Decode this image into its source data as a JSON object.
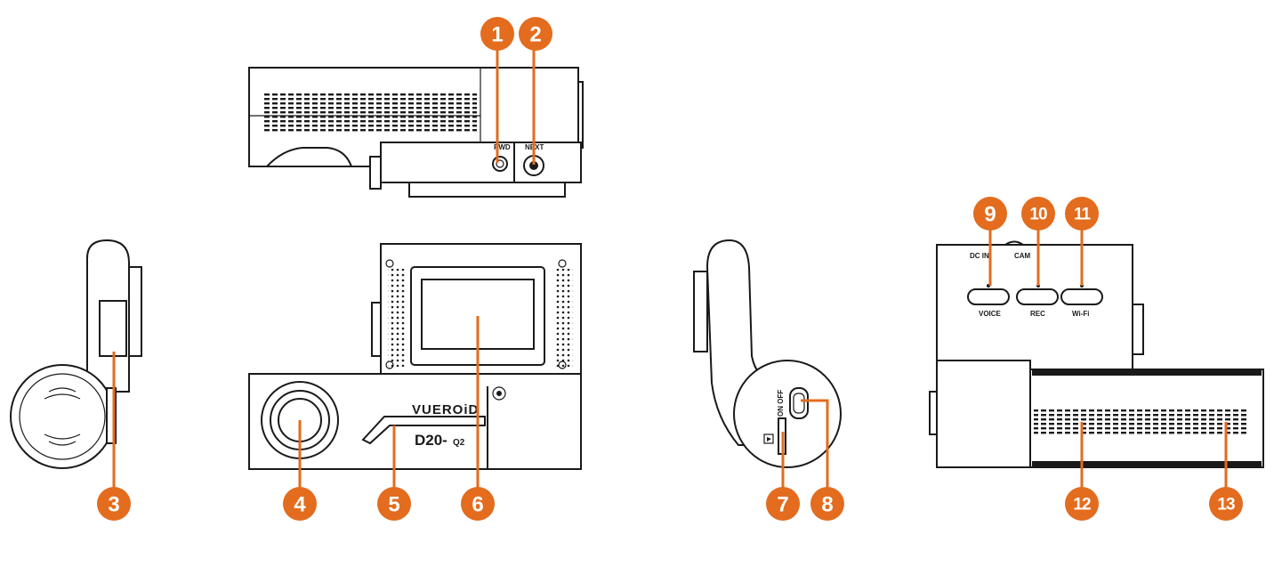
{
  "device": {
    "brand": "VUEROiD",
    "model_main": "D20-",
    "model_suffix": "Q2"
  },
  "port_labels": {
    "port1": "PWD",
    "port2": "NEXT",
    "dc_in": "DC IN",
    "cam": "CAM",
    "switch": "ON OFF"
  },
  "button_labels": {
    "voice": "VOICE",
    "rec": "REC",
    "wifi": "Wi-Fi"
  },
  "callouts": [
    "1",
    "2",
    "3",
    "4",
    "5",
    "6",
    "7",
    "8",
    "9",
    "10",
    "11",
    "12",
    "13"
  ],
  "colors": {
    "accent": "#E36C1E",
    "line": "#1a1a1a"
  },
  "icons": {
    "sd_card": "sd-card-icon"
  }
}
